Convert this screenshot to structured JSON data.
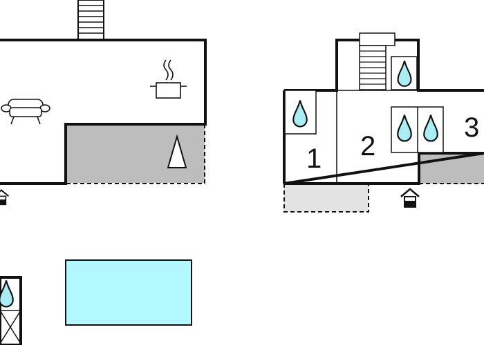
{
  "floor_plan": {
    "room_numbers": [
      "1",
      "2",
      "3"
    ],
    "icons": [
      "sofa-icon",
      "cooking-pot-icon",
      "fireplace-icon",
      "water-drop-icon",
      "entrance-house-icon",
      "stairs-icon"
    ],
    "colors": {
      "wall": "#111111",
      "terrace": "#bdbdbd",
      "terrace_light": "#e3e3e3",
      "pool": "#b3f8ff",
      "water_drop": "#a9eef5"
    }
  }
}
